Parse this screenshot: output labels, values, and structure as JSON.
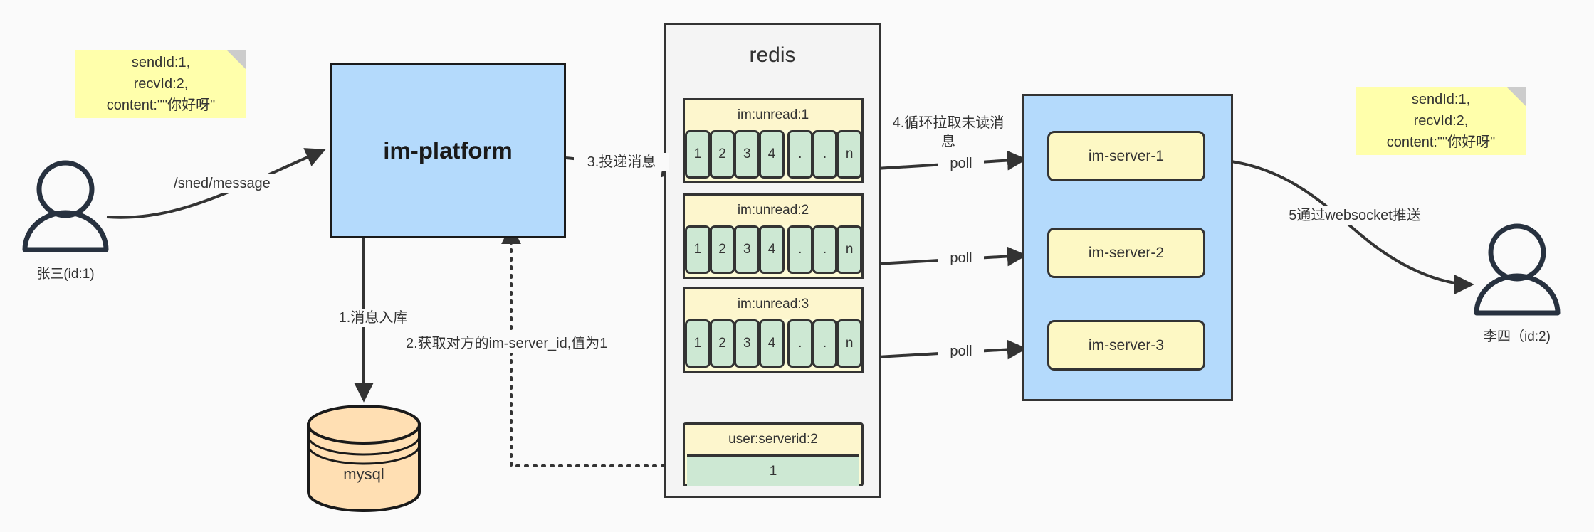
{
  "diagram": {
    "title": "IM message delivery architecture",
    "background": "#fafafa",
    "colors": {
      "note": "#ffffab",
      "platform": "#b4dafc",
      "redis_panel": "#f4f4f4",
      "queue_header": "#fdf6cd",
      "queue_cell": "#cde8d3",
      "server_panel": "#b4dafc",
      "server_box": "#fdf8c4",
      "mysql": "#ffdfb3",
      "stroke": "#333333"
    }
  },
  "notes": {
    "left": "sendId:1,\nrecvId:2,\ncontent:\"\"你好呀\"",
    "right": "sendId:1,\nrecvId:2,\ncontent:\"\"你好呀\""
  },
  "actors": {
    "sender": {
      "caption": "张三(id:1)"
    },
    "receiver": {
      "caption": "李四（id:2)"
    }
  },
  "platform": {
    "label": "im-platform"
  },
  "mysql": {
    "label": "mysql"
  },
  "redis": {
    "title": "redis",
    "queues": [
      {
        "key": "im:unread:1",
        "cells": [
          "1",
          "2",
          "3",
          "4",
          ".",
          ".",
          "n"
        ]
      },
      {
        "key": "im:unread:2",
        "cells": [
          "1",
          "2",
          "3",
          "4",
          ".",
          ".",
          "n"
        ]
      },
      {
        "key": "im:unread:3",
        "cells": [
          "1",
          "2",
          "3",
          "4",
          ".",
          ".",
          "n"
        ]
      }
    ],
    "kv": {
      "key": "user:serverid:2",
      "value": "1"
    }
  },
  "servers": {
    "items": [
      {
        "label": "im-server-1"
      },
      {
        "label": "im-server-2"
      },
      {
        "label": "im-server-3"
      }
    ]
  },
  "edges": {
    "send_message": "/sned/message",
    "step1": "1.消息入库",
    "step2": "2.获取对方的im-server_id,值为1",
    "step3": "3.投递消息",
    "step4": "4.循环拉取未读消\n息",
    "poll1": "poll",
    "poll2": "poll",
    "poll3": "poll",
    "step5": "5通过websocket推送"
  }
}
